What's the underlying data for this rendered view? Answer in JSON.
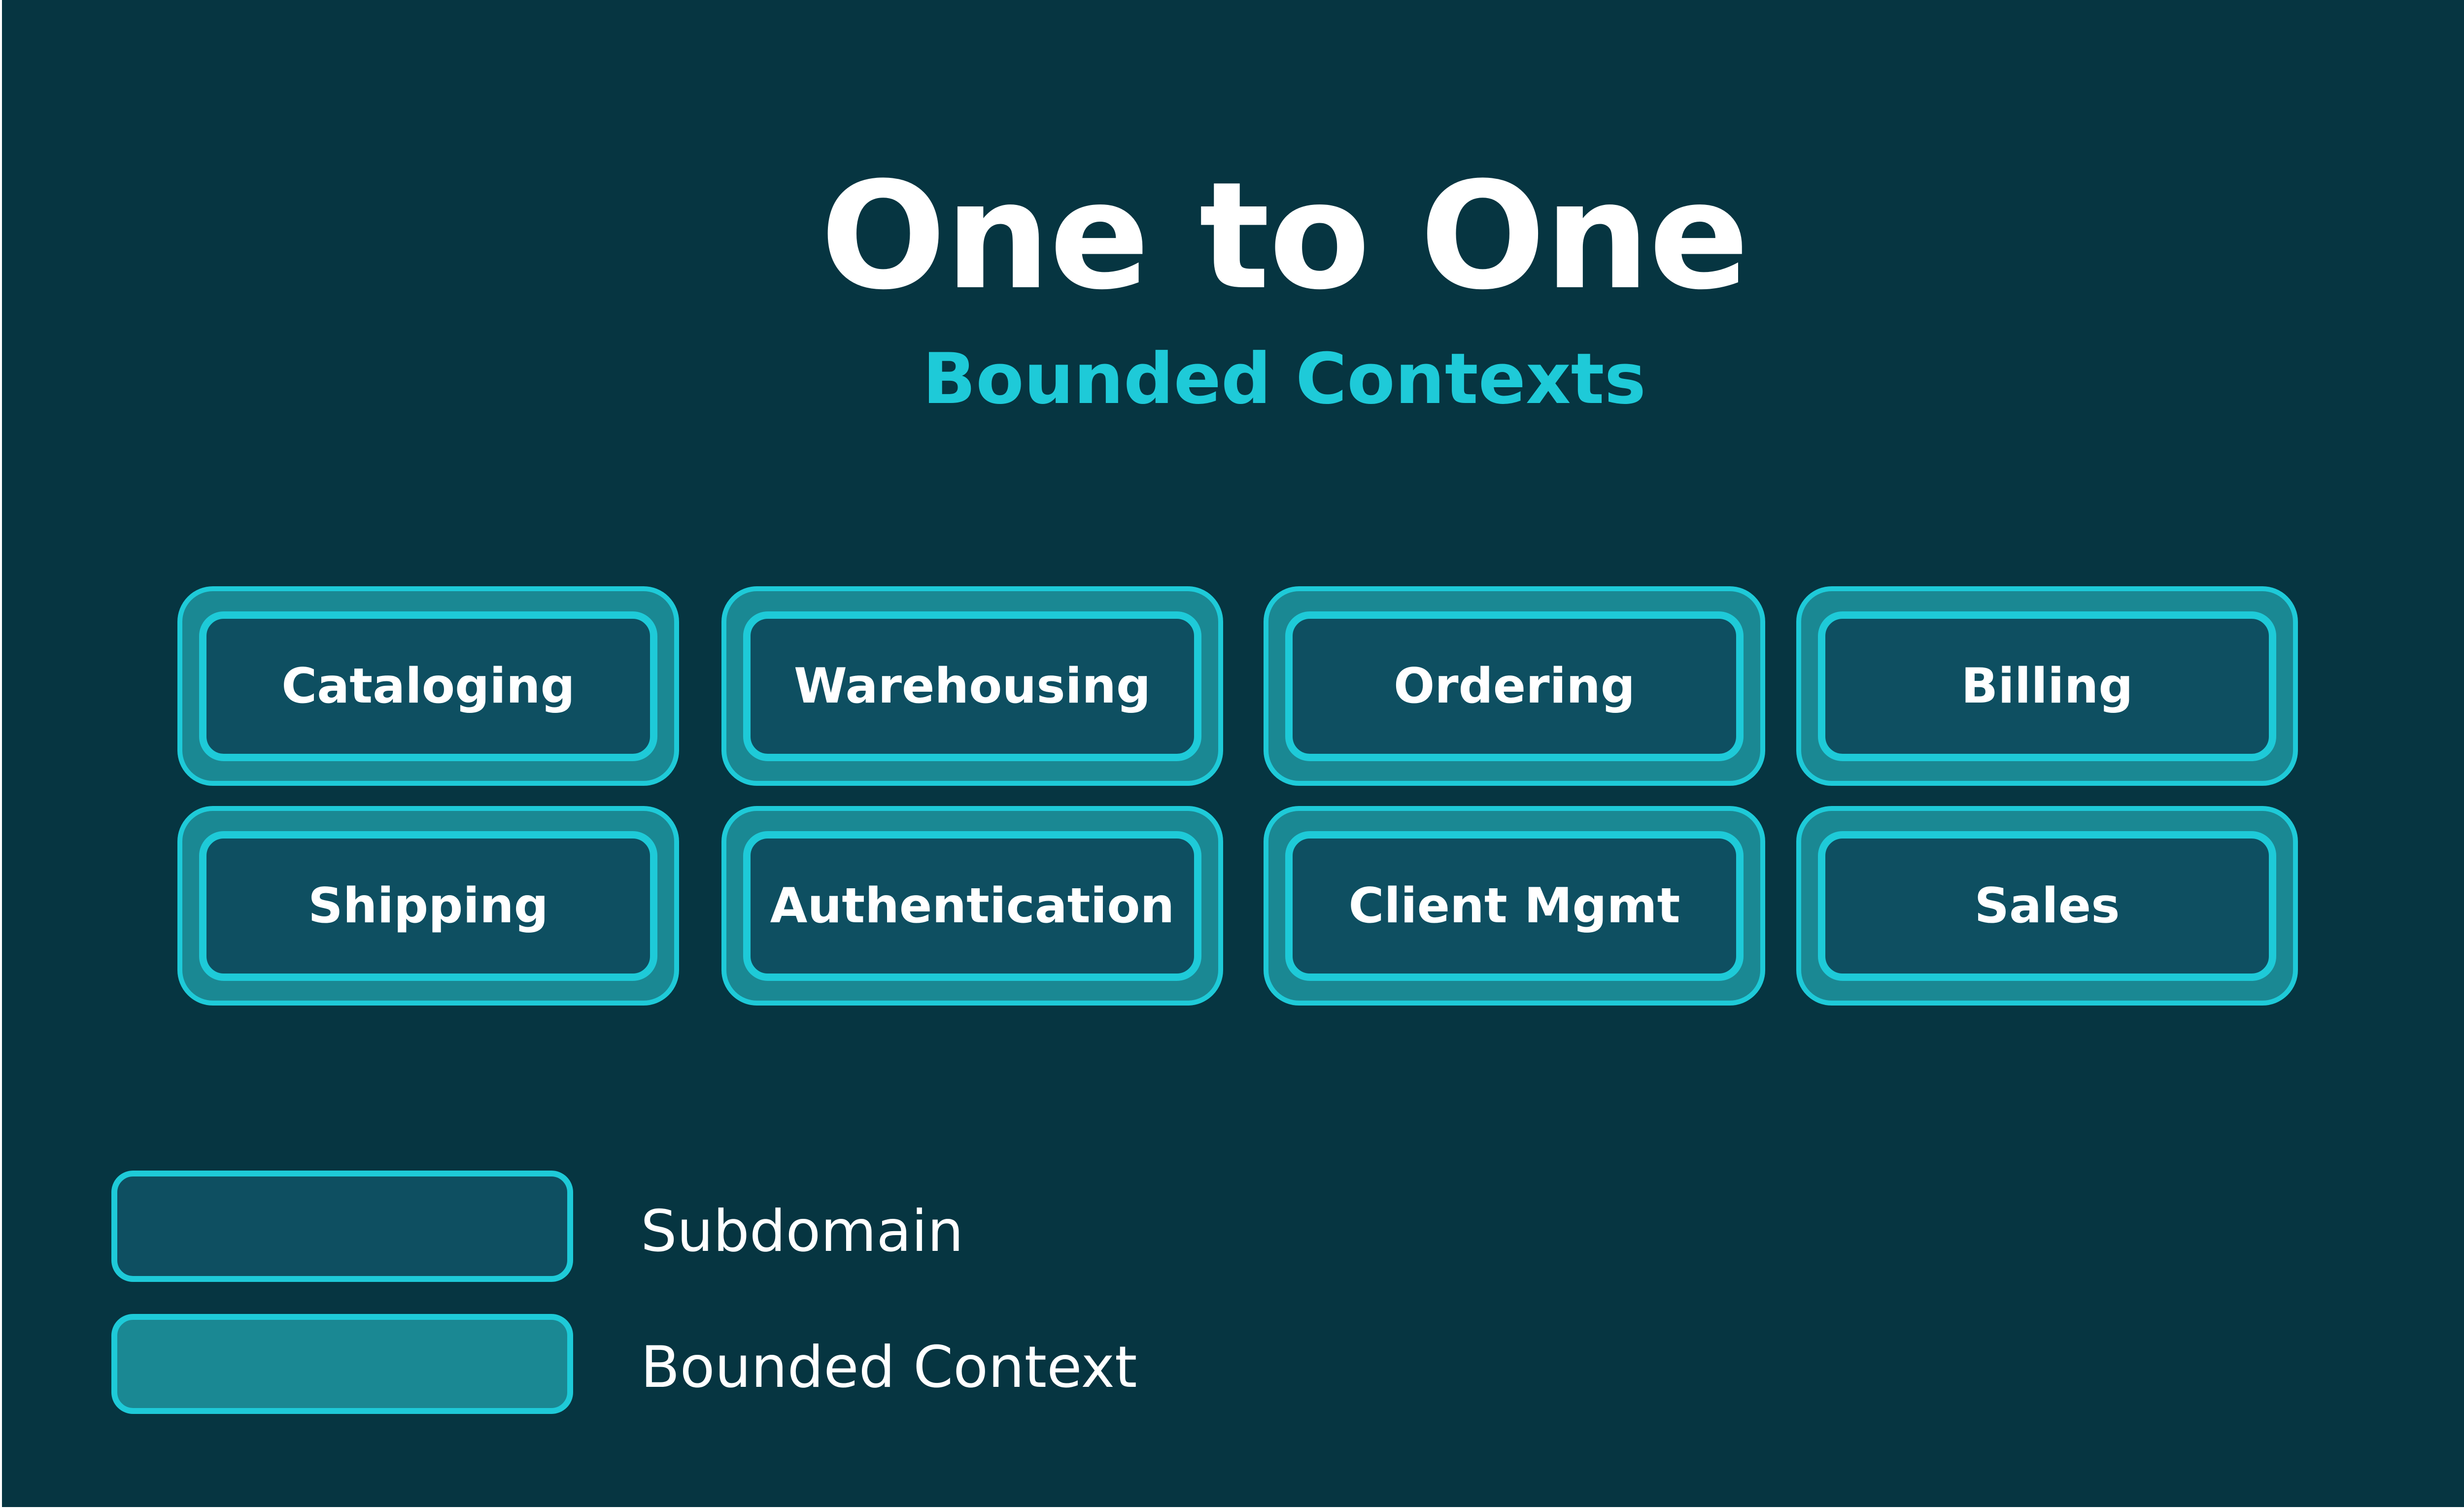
{
  "title": "One to One",
  "subtitle": "Bounded Contexts",
  "contexts": [
    {
      "label": "Cataloging"
    },
    {
      "label": "Warehousing"
    },
    {
      "label": "Ordering"
    },
    {
      "label": "Billing"
    },
    {
      "label": "Shipping"
    },
    {
      "label": "Authentication"
    },
    {
      "label": "Client Mgmt"
    },
    {
      "label": "Sales"
    }
  ],
  "legend": [
    {
      "label": "Subdomain",
      "kind": "subdomain"
    },
    {
      "label": "Bounded Context",
      "kind": "bounded-context"
    }
  ],
  "colors": {
    "background": "#063541",
    "accent": "#1ECAD8",
    "subdomain_fill": "#0E4F61",
    "bounded_context_fill": "#1A8893",
    "text": "#FFFFFF"
  }
}
